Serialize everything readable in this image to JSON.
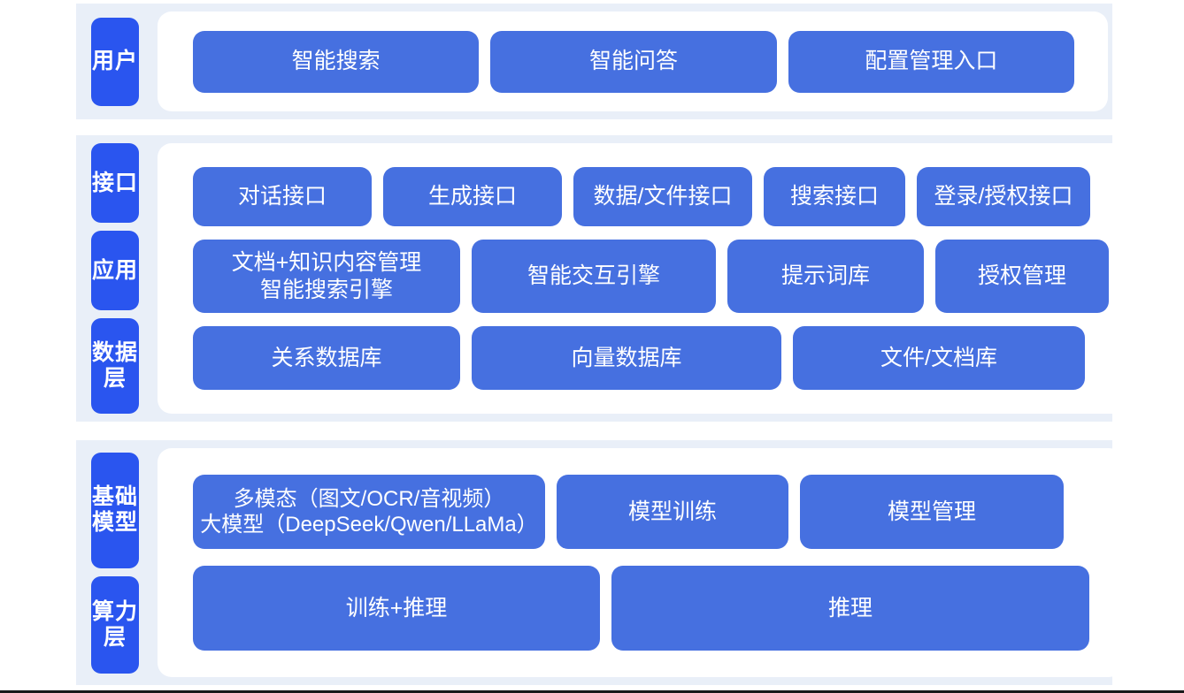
{
  "sections": [
    {
      "id": "user",
      "labels": [
        "用户"
      ],
      "rows": [
        {
          "id": "user-entry",
          "boxes": [
            "智能搜索",
            "智能问答",
            "配置管理入口"
          ]
        }
      ]
    },
    {
      "id": "platform",
      "labels": [
        "接口",
        "应用",
        "数据层"
      ],
      "rows": [
        {
          "id": "api",
          "boxes": [
            "对话接口",
            "生成接口",
            "数据/文件接口",
            "搜索接口",
            "登录/授权接口"
          ]
        },
        {
          "id": "app",
          "boxes": [
            "文档+知识内容管理\n智能搜索引擎",
            "智能交互引擎",
            "提示词库",
            "授权管理"
          ]
        },
        {
          "id": "data",
          "boxes": [
            "关系数据库",
            "向量数据库",
            "文件/文档库"
          ]
        }
      ]
    },
    {
      "id": "infra",
      "labels": [
        "基础模型",
        "算力层"
      ],
      "rows": [
        {
          "id": "model",
          "boxes": [
            "多模态（图文/OCR/音视频）\n大模型（DeepSeek/Qwen/LLaMa）",
            "模型训练",
            "模型管理"
          ]
        },
        {
          "id": "compute",
          "boxes": [
            "训练+推理",
            "推理"
          ]
        }
      ]
    }
  ],
  "colors": {
    "band_background": "#e9eff8",
    "card_background": "#ffffff",
    "label_pill": "#2a55ef",
    "content_box": "#4670e0",
    "box_text": "#ffffff",
    "page_background": "#ffffff",
    "bottom_rule": "#1a1a1a"
  }
}
